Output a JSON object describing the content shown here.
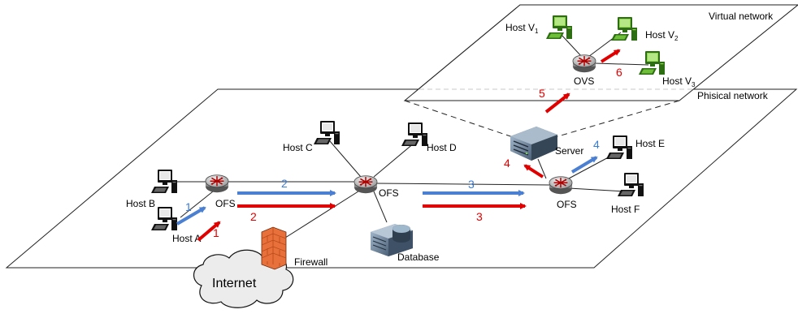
{
  "planes": {
    "virtual_label": "Virtual network",
    "physical_label": "Phisical network"
  },
  "hosts": {
    "a": "Host A",
    "b": "Host B",
    "c": "Host C",
    "d": "Host D",
    "e": "Host E",
    "f": "Host F",
    "v1": "Host V",
    "v1_sub": "1",
    "v2": "Host V",
    "v2_sub": "2",
    "v3": "Host V",
    "v3_sub": "3"
  },
  "switches": {
    "ofs_left": "OFS",
    "ofs_center": "OFS",
    "ofs_right": "OFS",
    "ovs": "OVS"
  },
  "devices": {
    "server": "Server",
    "database": "Database",
    "firewall": "Firewall",
    "internet": "Internet"
  },
  "steps": {
    "blue_1": "1",
    "blue_2": "2",
    "blue_3": "3",
    "blue_4": "4",
    "red_1": "1",
    "red_2": "2",
    "red_3": "3",
    "red_4": "4",
    "red_5": "5",
    "red_6": "6"
  },
  "colors": {
    "blue_arrow": "#4a7fd1",
    "red_arrow": "#e00000",
    "switch_body": "#d9d9d9",
    "switch_cross": "#c00000",
    "virtual_host": "#6fbf3a",
    "firewall": "#e8703a"
  }
}
